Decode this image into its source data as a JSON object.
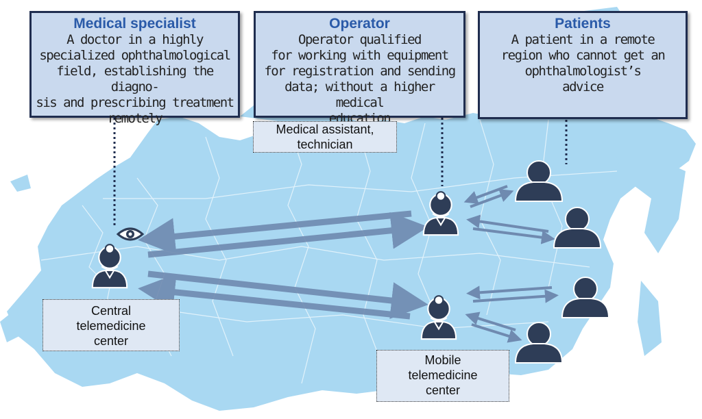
{
  "boxes": {
    "specialist": {
      "title": "Medical specialist",
      "lines": [
        "A doctor in a highly",
        "specialized ophthalmological",
        "field, establishing the diagno-",
        "sis and prescribing treatment",
        "remotely"
      ]
    },
    "operator": {
      "title": "Operator",
      "lines": [
        "Operator qualified",
        "for working with equipment",
        "for registration and sending",
        "data; without a higher medical",
        "education"
      ]
    },
    "patients": {
      "title": "Patients",
      "lines": [
        "A patient in a remote",
        "region who cannot get an",
        "ophthalmologist’s",
        "advice"
      ]
    }
  },
  "labels": {
    "assistant": [
      "Medical assistant,",
      "technician"
    ],
    "central": [
      "Central",
      "telemedicine",
      "center"
    ],
    "mobile": [
      "Mobile",
      "telemedicine",
      "center"
    ]
  },
  "icons": {
    "eye": "eye-icon",
    "doctor": "doctor-icon",
    "patient": "patient-icon"
  },
  "colors": {
    "map": "#a9d8f2",
    "arrow": "#6f8ab0",
    "figure": "#2e3d57",
    "box_fill": "#c9d9ee",
    "box_border": "#1f2d4f",
    "title": "#2a5aa8"
  }
}
